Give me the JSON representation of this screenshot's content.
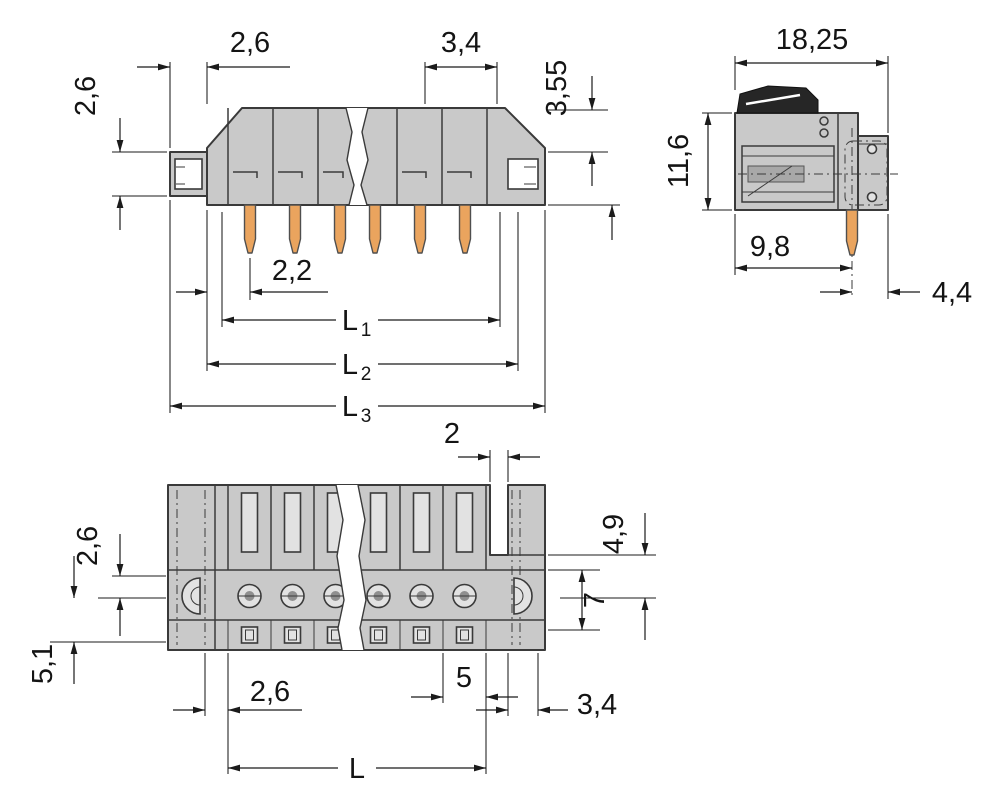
{
  "colors": {
    "background": "#ffffff",
    "body_fill": "#c9c9c9",
    "detail_fill": "#e2e2e2",
    "outline": "#3a3a3a",
    "dimension_line": "#1b1b1b",
    "pin_fill": "#eaa45e",
    "lever_fill": "#262626"
  },
  "side_view": {
    "dim_top_left": "2,6",
    "dim_top_right": "3,4",
    "dim_latch_height": "2,6",
    "dim_top_to_latch": "3,55",
    "dim_pin_offset": "2,2",
    "dim_l1": {
      "base": "L",
      "sub": "1"
    },
    "dim_l2": {
      "base": "L",
      "sub": "2"
    },
    "dim_l3": {
      "base": "L",
      "sub": "3"
    }
  },
  "profile_view": {
    "dim_width": "18,25",
    "dim_height": "11,6",
    "dim_pin_offset": "9,8",
    "dim_pin_to_edge": "4,4"
  },
  "front_view": {
    "dim_notch": "2",
    "dim_latch_height": "2,6",
    "dim_latch_to_bottom": "5,1",
    "dim_upper": "4,9",
    "dim_mid_height": "7",
    "dim_end_left": "2,6",
    "dim_pitch": "5",
    "dim_end_right": "3,4",
    "dim_length": "L"
  }
}
